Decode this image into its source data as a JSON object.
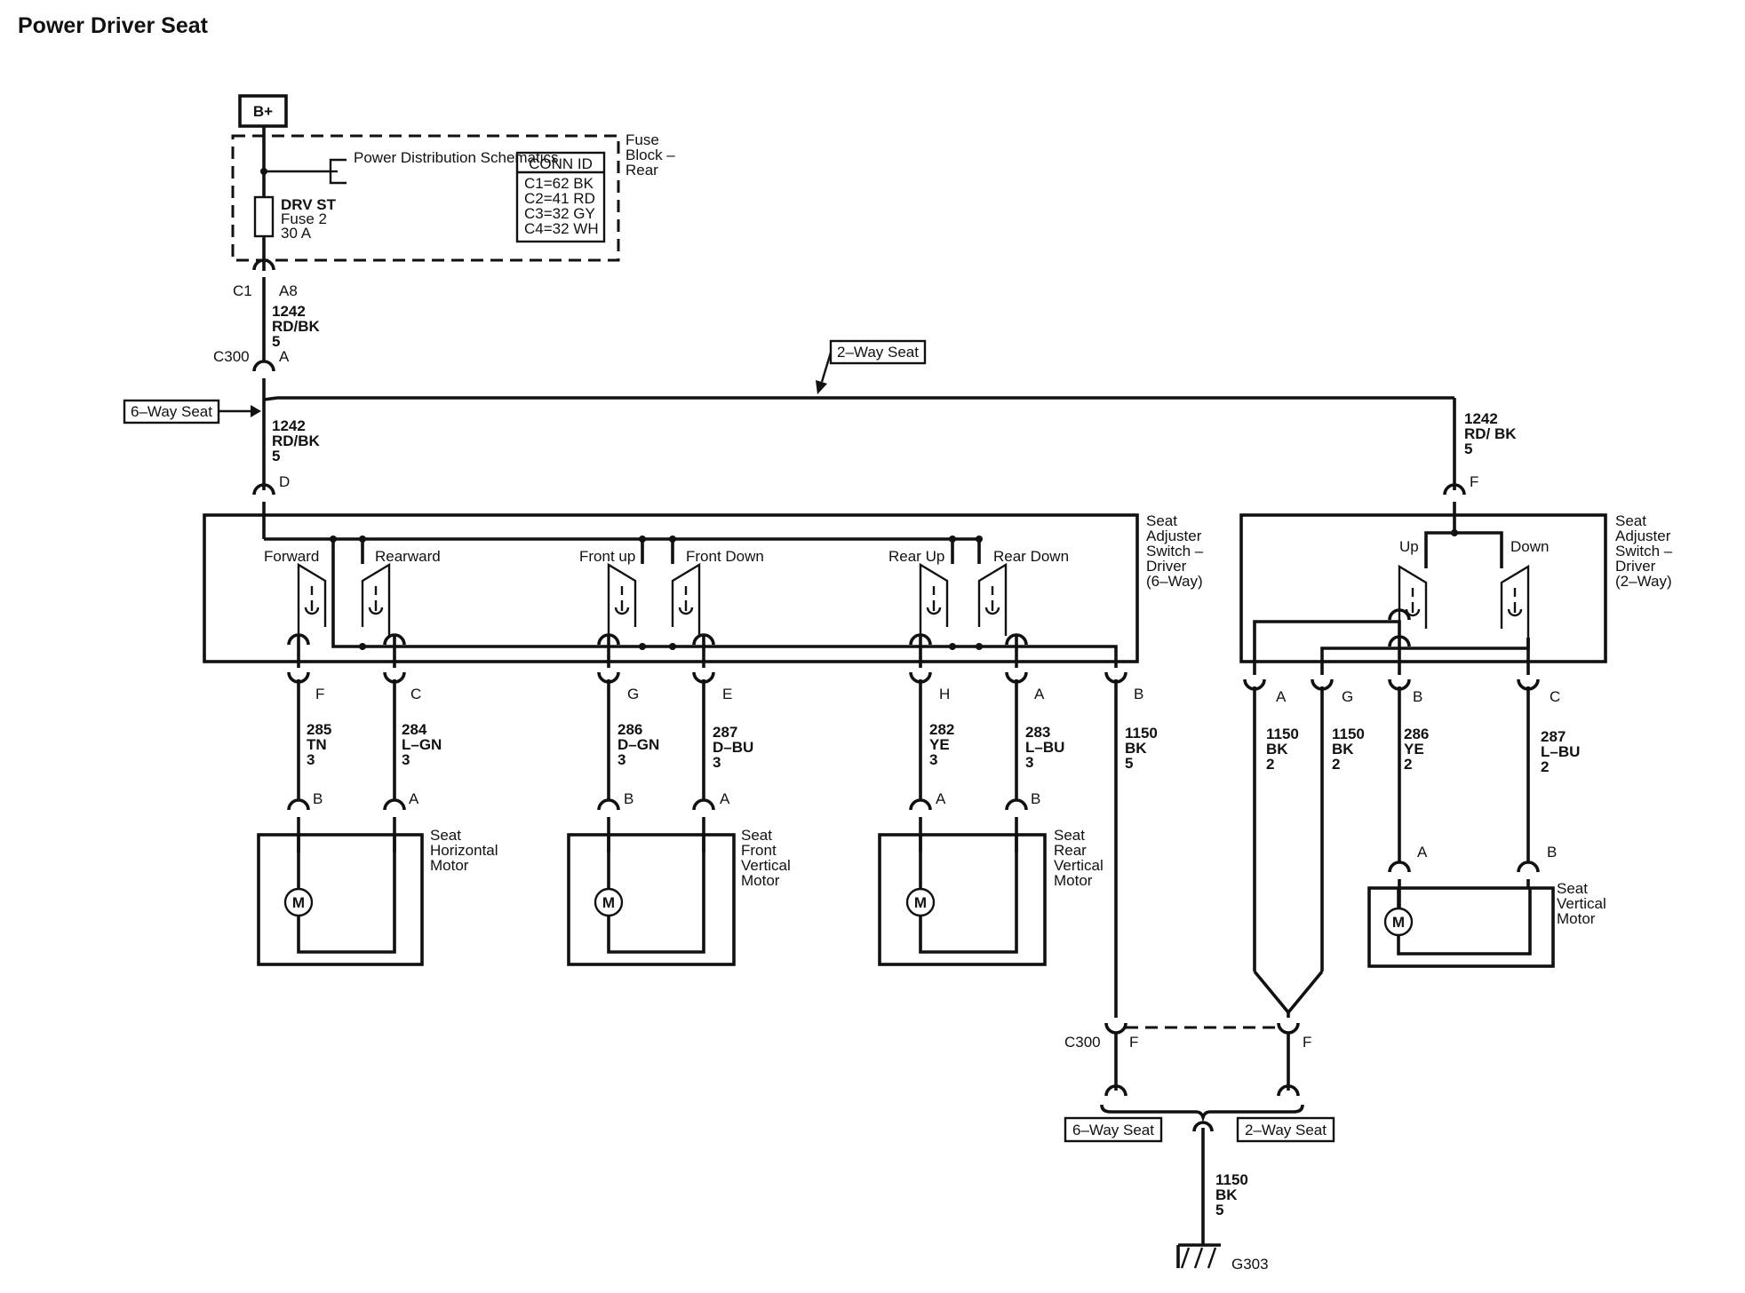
{
  "title": "Power Driver Seat",
  "source": "B+",
  "fuse_block": {
    "label": "Fuse Block – Rear",
    "power_dist": "Power Distribution Schematics",
    "fuse": [
      "DRV ST",
      "Fuse 2",
      "30 A"
    ],
    "conn_title": "CONN ID",
    "conn_rows": [
      "C1=62 BK",
      "C2=41 RD",
      "C3=32 GY",
      "C4=32 WH"
    ]
  },
  "tags": {
    "six_way": "6–Way Seat",
    "two_way": "2–Way Seat"
  },
  "connectors": {
    "c1": "C1",
    "c1_pin": "A8",
    "c300": "C300",
    "c300_a": "A",
    "d": "D",
    "f": "F"
  },
  "wires": {
    "w1242_top": [
      "1242",
      "RD/BK",
      "5"
    ],
    "w1242_mid": [
      "1242",
      "RD/BK",
      "5"
    ],
    "w1242_right": [
      "1242",
      "RD/ BK",
      "5"
    ],
    "w285": [
      "285",
      "TN",
      "3"
    ],
    "w284": [
      "284",
      "L–GN",
      "3"
    ],
    "w286": [
      "286",
      "D–GN",
      "3"
    ],
    "w287": [
      "287",
      "D–BU",
      "3"
    ],
    "w282": [
      "282",
      "YE",
      "3"
    ],
    "w283": [
      "283",
      "L–BU",
      "3"
    ],
    "w1150": [
      "1150",
      "BK",
      "5"
    ],
    "w1150a": [
      "1150",
      "BK",
      "2"
    ],
    "w1150b": [
      "1150",
      "BK",
      "2"
    ],
    "w286r": [
      "286",
      "YE",
      "2"
    ],
    "w287r": [
      "287",
      "L–BU",
      "2"
    ],
    "wgnd": [
      "1150",
      "BK",
      "5"
    ]
  },
  "switch6": {
    "name": [
      "Seat",
      "Adjuster",
      "Switch –",
      "Driver",
      "(6–Way)"
    ],
    "positions": [
      "Forward",
      "Rearward",
      "Front up",
      "Front Down",
      "Rear Up",
      "Rear Down"
    ],
    "pins": [
      "F",
      "C",
      "G",
      "E",
      "H",
      "A",
      "B"
    ]
  },
  "switch2": {
    "name": [
      "Seat",
      "Adjuster",
      "Switch –",
      "Driver",
      "(2–Way)"
    ],
    "positions": [
      "Up",
      "Down"
    ],
    "pins": [
      "A",
      "G",
      "B",
      "C"
    ]
  },
  "motors": [
    {
      "name": [
        "Seat",
        "Horizontal",
        "Motor"
      ],
      "pins": [
        "B",
        "A"
      ]
    },
    {
      "name": [
        "Seat",
        "Front",
        "Vertical",
        "Motor"
      ],
      "pins": [
        "B",
        "A"
      ]
    },
    {
      "name": [
        "Seat",
        "Rear",
        "Vertical",
        "Motor"
      ],
      "pins": [
        "A",
        "B"
      ]
    },
    {
      "name": [
        "Seat",
        "Vertical",
        "Motor"
      ],
      "pins": [
        "A",
        "B"
      ]
    }
  ],
  "motor_symbol": "M",
  "ground": {
    "c300": "C300",
    "pin_left": "F",
    "pin_right": "F",
    "name": "G303"
  }
}
